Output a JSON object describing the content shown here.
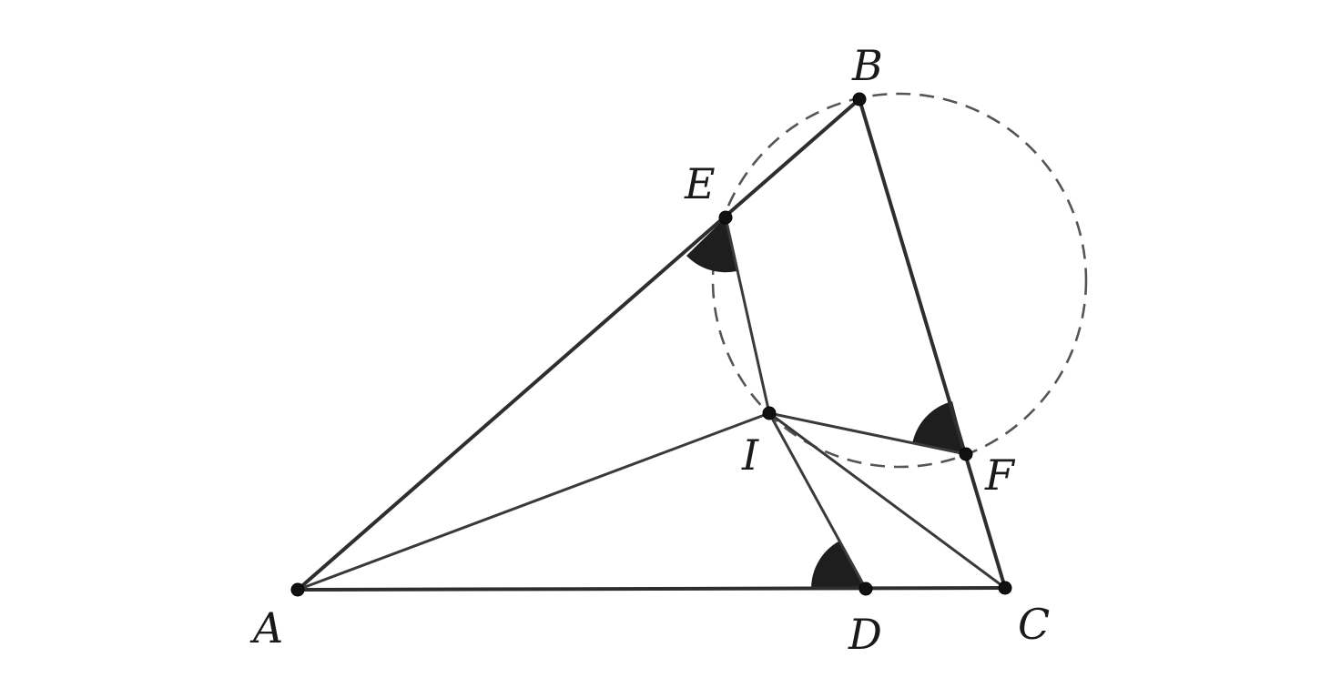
{
  "points": [
    {
      "id": "A",
      "label": "A"
    },
    {
      "id": "B",
      "label": "B"
    },
    {
      "id": "C",
      "label": "C"
    },
    {
      "id": "D",
      "label": "D"
    },
    {
      "id": "E",
      "label": "E"
    },
    {
      "id": "F",
      "label": "F"
    },
    {
      "id": "I",
      "label": "I"
    }
  ],
  "segments": [
    {
      "from": "A",
      "to": "B",
      "style": "solid"
    },
    {
      "from": "B",
      "to": "C",
      "style": "solid"
    },
    {
      "from": "A",
      "to": "C",
      "style": "solid"
    },
    {
      "from": "A",
      "to": "I",
      "style": "solid"
    },
    {
      "from": "I",
      "to": "E",
      "style": "solid"
    },
    {
      "from": "I",
      "to": "D",
      "style": "solid"
    },
    {
      "from": "I",
      "to": "F",
      "style": "solid"
    },
    {
      "from": "I",
      "to": "C",
      "style": "solid"
    }
  ],
  "circle": {
    "through": [
      "B",
      "E",
      "I",
      "F"
    ],
    "style": "dashed"
  },
  "marked_angles": [
    {
      "vertex": "E",
      "between": [
        "A",
        "I"
      ]
    },
    {
      "vertex": "D",
      "between": [
        "A",
        "I"
      ]
    },
    {
      "vertex": "F",
      "between": [
        "B",
        "I"
      ]
    }
  ],
  "colors": {
    "stroke": "#2e2e2e",
    "angle_fill": "#1e1e1e",
    "circle": "#555555"
  }
}
